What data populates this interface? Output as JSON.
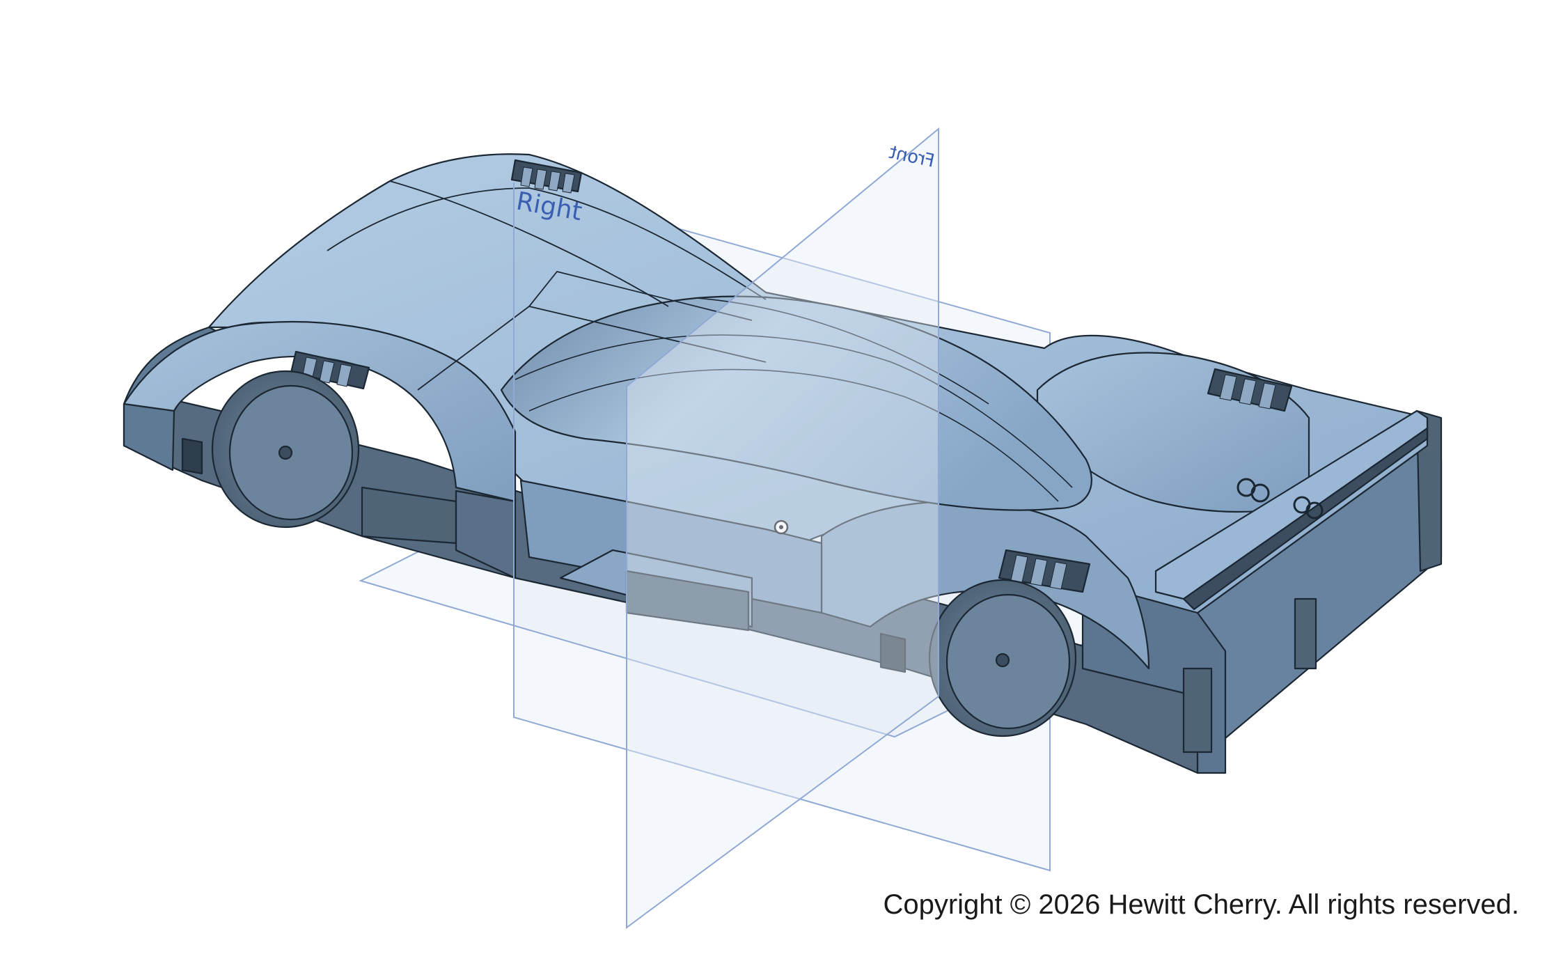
{
  "viewport": {
    "planes": {
      "right_label": "Right",
      "front_label": "Front"
    },
    "colors": {
      "body_light": "#9fbcd8",
      "body_mid": "#7e9cbb",
      "body_dark": "#566b80",
      "edge": "#1b2733",
      "plane_fill": "#dfe7f3",
      "plane_edge": "#8fa9d4",
      "label": "#3a5fb0"
    }
  },
  "footer": {
    "copyright": "Copyright © 2026 Hewitt Cherry. All rights reserved."
  }
}
